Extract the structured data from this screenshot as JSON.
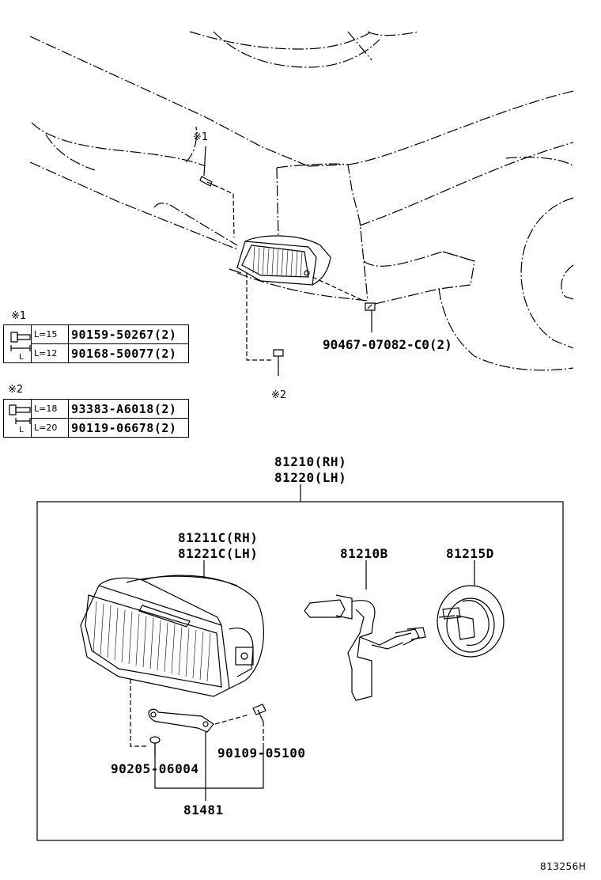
{
  "callouts": {
    "mark1": "※1",
    "mark2": "※2",
    "bolt_upper": "90467-07082-C0(2)",
    "assembly_rh": "81210(RH)",
    "assembly_lh": "81220(LH)",
    "unit_rh": "81211C(RH)",
    "unit_lh": "81221C(LH)",
    "bulb": "81210B",
    "socket": "81215D",
    "washer": "90205-06004",
    "screw": "90109-05100",
    "bracket": "81481",
    "diagram_id": "813256H"
  },
  "spec_tables": [
    {
      "mark": "※1",
      "rows": [
        {
          "length": "L=15",
          "part": "90159-50267(2)"
        },
        {
          "length": "L=12",
          "part": "90168-50077(2)"
        }
      ],
      "dim_label": "L"
    },
    {
      "mark": "※2",
      "rows": [
        {
          "length": "L=18",
          "part": "93383-A6018(2)"
        },
        {
          "length": "L=20",
          "part": "90119-06678(2)"
        }
      ],
      "dim_label": "L"
    }
  ]
}
